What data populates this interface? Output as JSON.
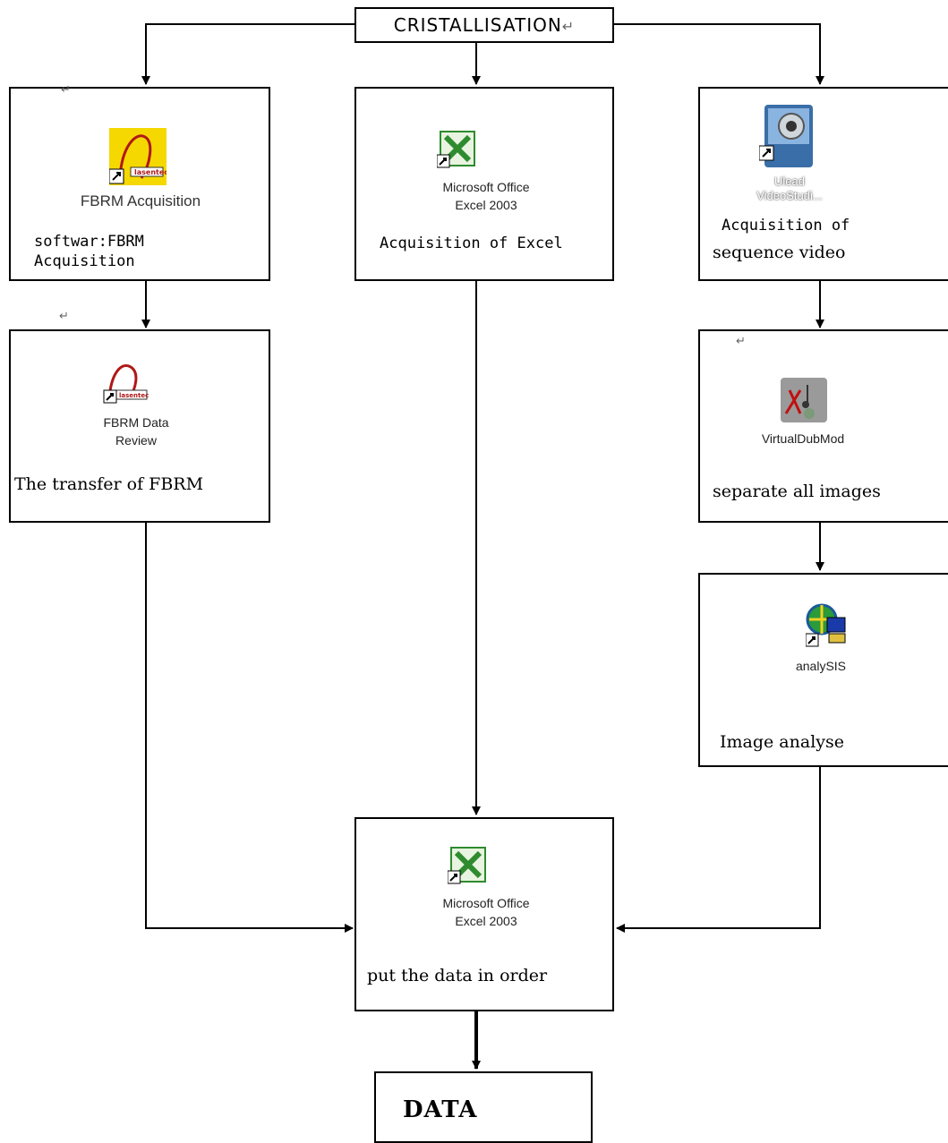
{
  "diagram": {
    "root": {
      "label": "CRISTALLISATION",
      "mark": "↵"
    },
    "nodes": {
      "fbrm_acq": {
        "icon_name": "fbrm-acquisition-icon",
        "icon_caption": "FBRM Acquisition",
        "label_lines": [
          "softwar:FBRM",
          "Acquisition"
        ],
        "mark": "↵"
      },
      "excel_acq": {
        "icon_name": "microsoft-excel-icon",
        "icon_caption_lines": [
          "Microsoft Office",
          "Excel 2003"
        ],
        "label": "Acquisition of Excel"
      },
      "video_acq": {
        "icon_name": "ulead-videostudio-icon",
        "icon_caption_lines": [
          "Ulead",
          "VideoStudi..."
        ],
        "label_lines": [
          "Acquisition of",
          "sequence video"
        ]
      },
      "fbrm_review": {
        "icon_name": "fbrm-data-review-icon",
        "icon_caption_lines": [
          "FBRM Data",
          "Review"
        ],
        "label": "The transfer of FBRM",
        "mark": "↵"
      },
      "vdub": {
        "icon_name": "virtualdubmod-icon",
        "icon_caption": "VirtualDubMod",
        "label": "separate all images",
        "mark": "↵"
      },
      "analysis": {
        "icon_name": "analysis-icon",
        "icon_caption": "analySIS",
        "label": "Image analyse"
      },
      "excel_order": {
        "icon_name": "microsoft-excel-icon",
        "icon_caption_lines": [
          "Microsoft Office",
          "Excel 2003"
        ],
        "label": "put the data in order"
      },
      "data": {
        "label": "DATA"
      }
    },
    "colors": {
      "line": "#000000",
      "excel_green": "#2e8b2e",
      "fbrm_yellow": "#f5d800",
      "fbrm_red": "#b01818"
    }
  }
}
